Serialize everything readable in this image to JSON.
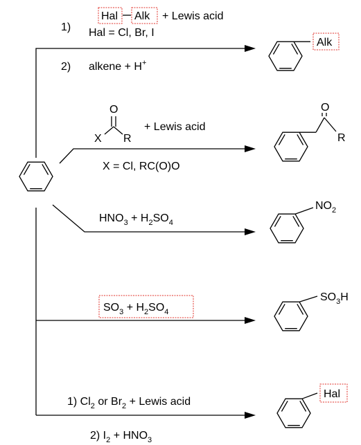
{
  "reactions": [
    {
      "id": "alkylation",
      "conditions": {
        "step1_number": "1)",
        "reagent_hal": "Hal",
        "reagent_alk": "Alk",
        "reagent_suffix": "+ Lewis acid",
        "hal_definition": "Hal = Cl, Br, I",
        "step2_number": "2)",
        "step2_prefix": "alkene + H",
        "step2_charge": "+"
      },
      "product_substituent": "Alk"
    },
    {
      "id": "acylation",
      "conditions": {
        "carbonyl_o": "O",
        "carbonyl_x": "X",
        "carbonyl_r": "R",
        "reagent_suffix": "+ Lewis acid",
        "x_definition": "X = Cl, RC(O)O"
      },
      "product_carbonyl_o": "O",
      "product_r": "R"
    },
    {
      "id": "nitration",
      "conditions": {
        "p1": "HNO",
        "s1": "3",
        "p2": " + H",
        "s2": "2",
        "p3": "SO",
        "s3": "4"
      },
      "product": {
        "p1": "NO",
        "s1": "2"
      }
    },
    {
      "id": "sulfonation",
      "conditions": {
        "p1": "SO",
        "s1": "3",
        "p2": " + H",
        "s2": "2",
        "p3": "SO",
        "s3": "4"
      },
      "product": {
        "p1": "SO",
        "s1": "3",
        "p2": "H"
      }
    },
    {
      "id": "halogenation",
      "conditions": {
        "line1": {
          "p1": "1) Cl",
          "s1": "2",
          "p2": " or Br",
          "s2": "2",
          "p3": " + Lewis acid"
        },
        "line2": {
          "p1": "2) I",
          "s1": "2",
          "p2": " + HNO",
          "s2": "3"
        }
      },
      "product_substituent": "Hal"
    }
  ]
}
